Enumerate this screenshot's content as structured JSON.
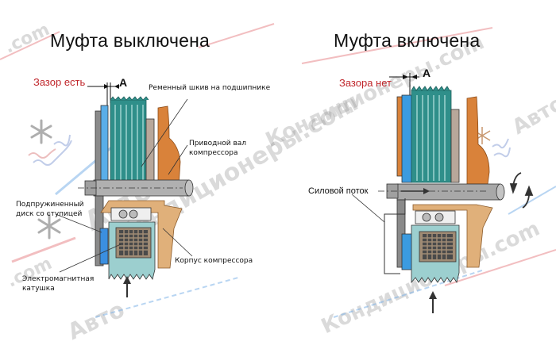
{
  "left_panel": {
    "title": "Муфта выключена",
    "gap_label": "Зазор есть",
    "gap_marker": "A",
    "callouts": {
      "pulley": "Ременный шкив на подшипнике",
      "shaft_line1": "Приводной вал",
      "shaft_line2": "компрессора",
      "disc_line1": "Подпружиненный",
      "disc_line2": "диск со ступицей",
      "housing": "Корпус компрессора",
      "coil_line1": "Электромагнитная",
      "coil_line2": "катушка"
    }
  },
  "right_panel": {
    "title": "Муфта включена",
    "gap_label": "Зазора нет",
    "gap_marker": "A",
    "callouts": {
      "power_flow": "Силовой поток"
    }
  },
  "watermark": {
    "line1": "Авто",
    "line2": "Кондиционеры.com",
    "fragment": ".com"
  },
  "icons": [
    "snowflake-icon",
    "heat-wave-icon",
    "rotation-arrows-icon",
    "force-arrow-icon"
  ],
  "colors": {
    "pulley_teal": "#2f8f8a",
    "plate_blue": "#3b9be0",
    "housing_orange": "#d9823a",
    "housing_tan": "#e0b07a",
    "shaft_gray": "#a8a8a8",
    "coil_frame": "#a08b74",
    "gap_red": "#c0262b",
    "coil_body_teal": "#9ccfcf"
  }
}
